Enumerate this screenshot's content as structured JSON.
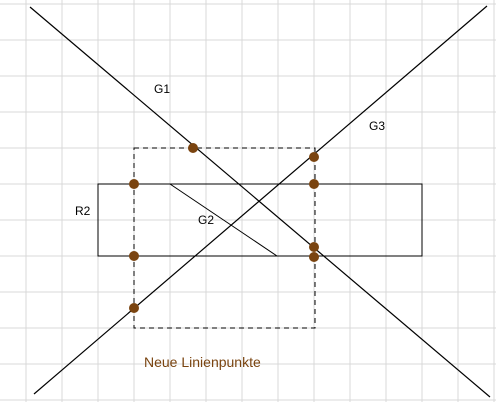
{
  "labels": {
    "g1": "G1",
    "g2": "G2",
    "g3": "G3",
    "r2": "R2"
  },
  "caption": "Neue Linienpunkte",
  "colors": {
    "grid": "#d9d9d9",
    "line": "#000000",
    "point": "#7a4410",
    "caption": "#7a4410",
    "background": "#ffffff"
  }
}
